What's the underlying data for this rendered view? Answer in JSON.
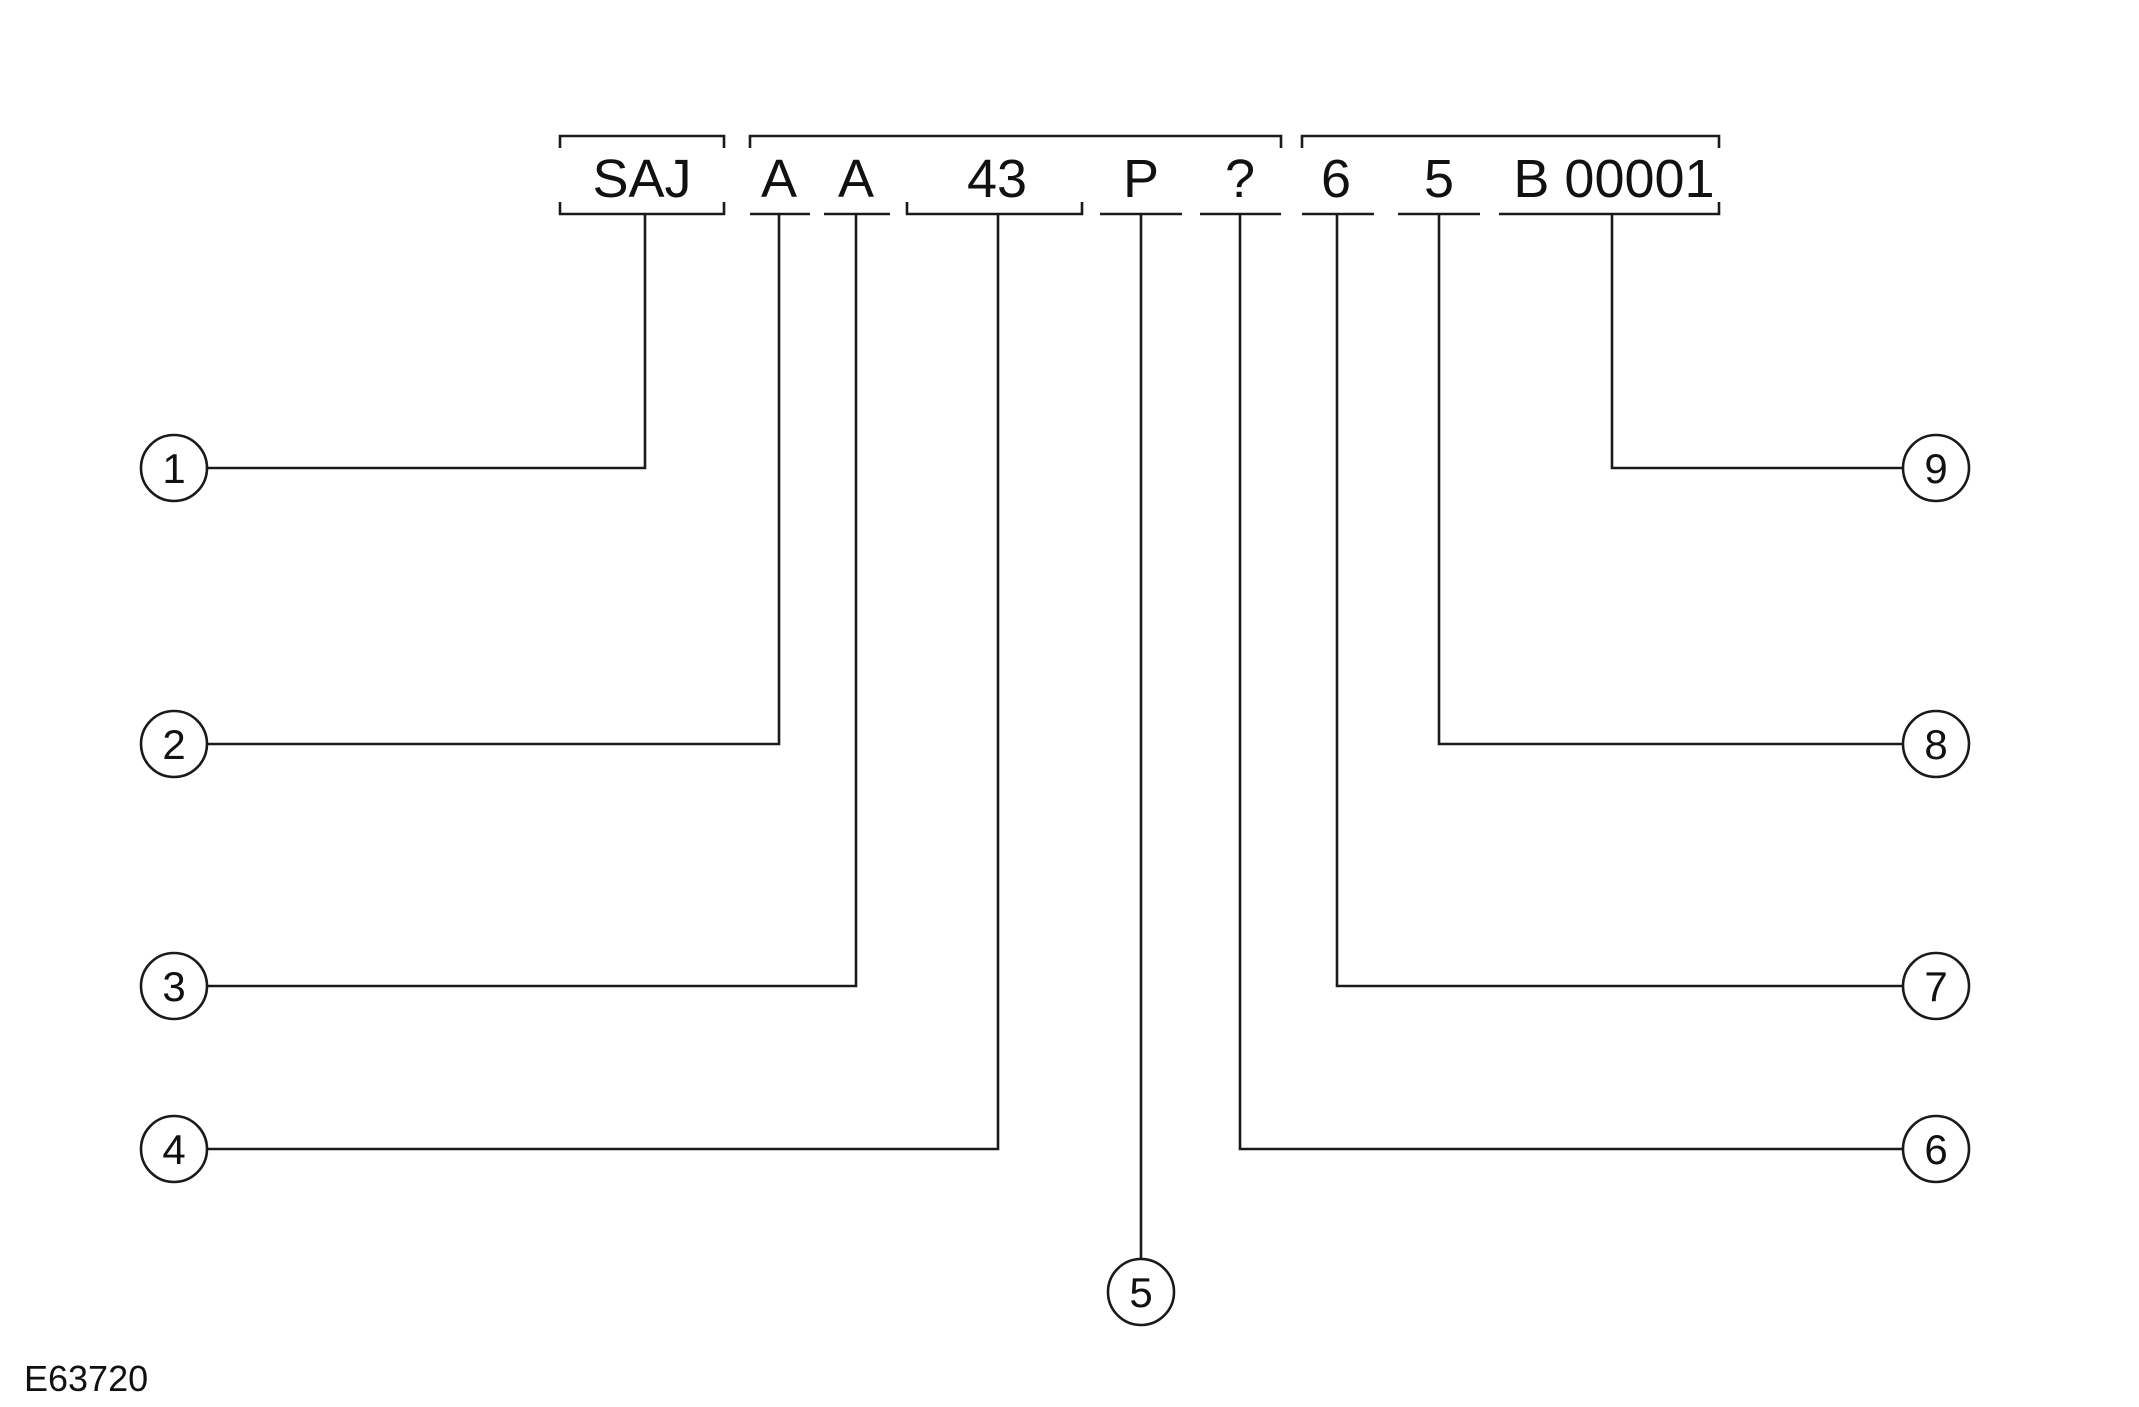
{
  "vin_segments": [
    {
      "id": "wmi",
      "text": "SAJ"
    },
    {
      "id": "seg-a1",
      "text": "A"
    },
    {
      "id": "seg-a2",
      "text": "A"
    },
    {
      "id": "seg-43",
      "text": "43"
    },
    {
      "id": "seg-p",
      "text": "P"
    },
    {
      "id": "seg-check",
      "text": "?"
    },
    {
      "id": "seg-6",
      "text": "6"
    },
    {
      "id": "seg-5",
      "text": "5"
    },
    {
      "id": "seg-serial",
      "text": "B 00001"
    }
  ],
  "callouts": [
    "1",
    "2",
    "3",
    "4",
    "5",
    "6",
    "7",
    "8",
    "9"
  ],
  "figure_id": "E63720",
  "colors": {
    "line": "#1a1a1a",
    "text": "#111111",
    "background": "#ffffff"
  }
}
